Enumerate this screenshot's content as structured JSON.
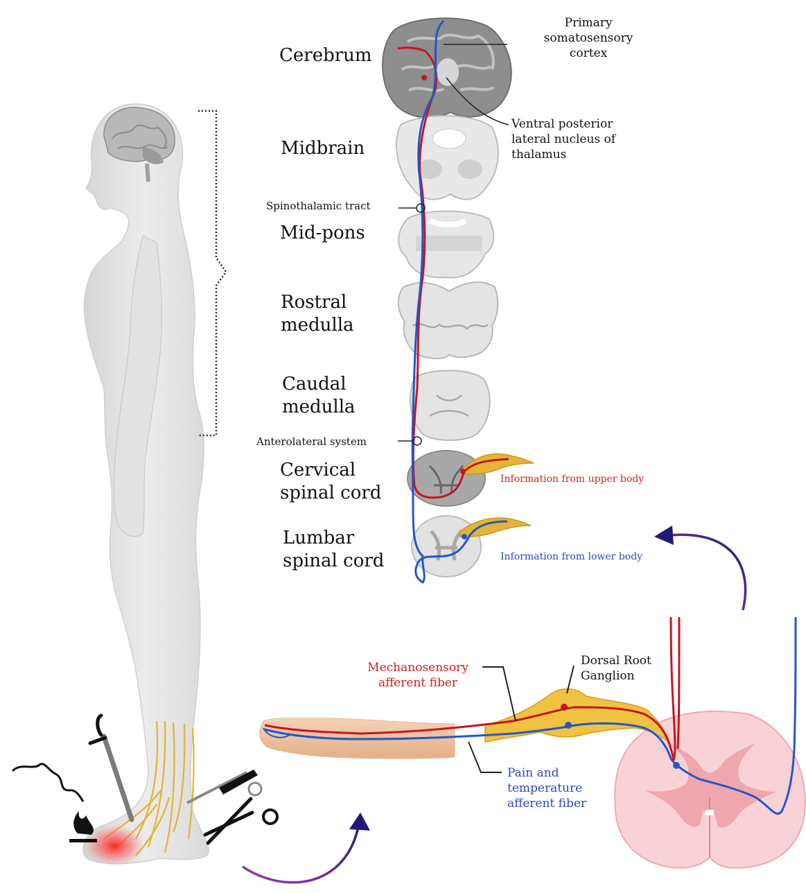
{
  "levels": {
    "cerebrum": "Cerebrum",
    "midbrain": "Midbrain",
    "midpons": "Mid-pons",
    "rostral_medulla": [
      "Rostral",
      "medulla"
    ],
    "caudal_medulla": [
      "Caudal",
      "medulla"
    ],
    "cervical_spinal_cord": [
      "Cervical",
      "spinal cord"
    ],
    "lumbar_spinal_cord": [
      "Lumbar",
      "spinal cord"
    ]
  },
  "annotations": {
    "primary_somatosensory_cortex": [
      "Primary",
      "somatosensory",
      "cortex"
    ],
    "vpl_thalamus": [
      "Ventral posterior",
      "lateral nucleus of",
      "thalamus"
    ],
    "spinothalamic_tract": "Spinothalamic tract",
    "anterolateral_system": "Anterolateral system",
    "upper_body_info": "Information from upper body",
    "lower_body_info": "Information from lower body",
    "mechanosensory_fiber": [
      "Mechanosensory",
      "afferent fiber"
    ],
    "pain_temperature_fiber": [
      "Pain and",
      "temperature",
      "afferent fiber"
    ],
    "dorsal_root_ganglion": [
      "Dorsal Root",
      "Ganglion"
    ]
  },
  "colors": {
    "mechanosensory": "#c8141e",
    "pain_temperature": "#2157c8",
    "nerve": "#e3b437",
    "arrow": "#2a1f7a"
  }
}
